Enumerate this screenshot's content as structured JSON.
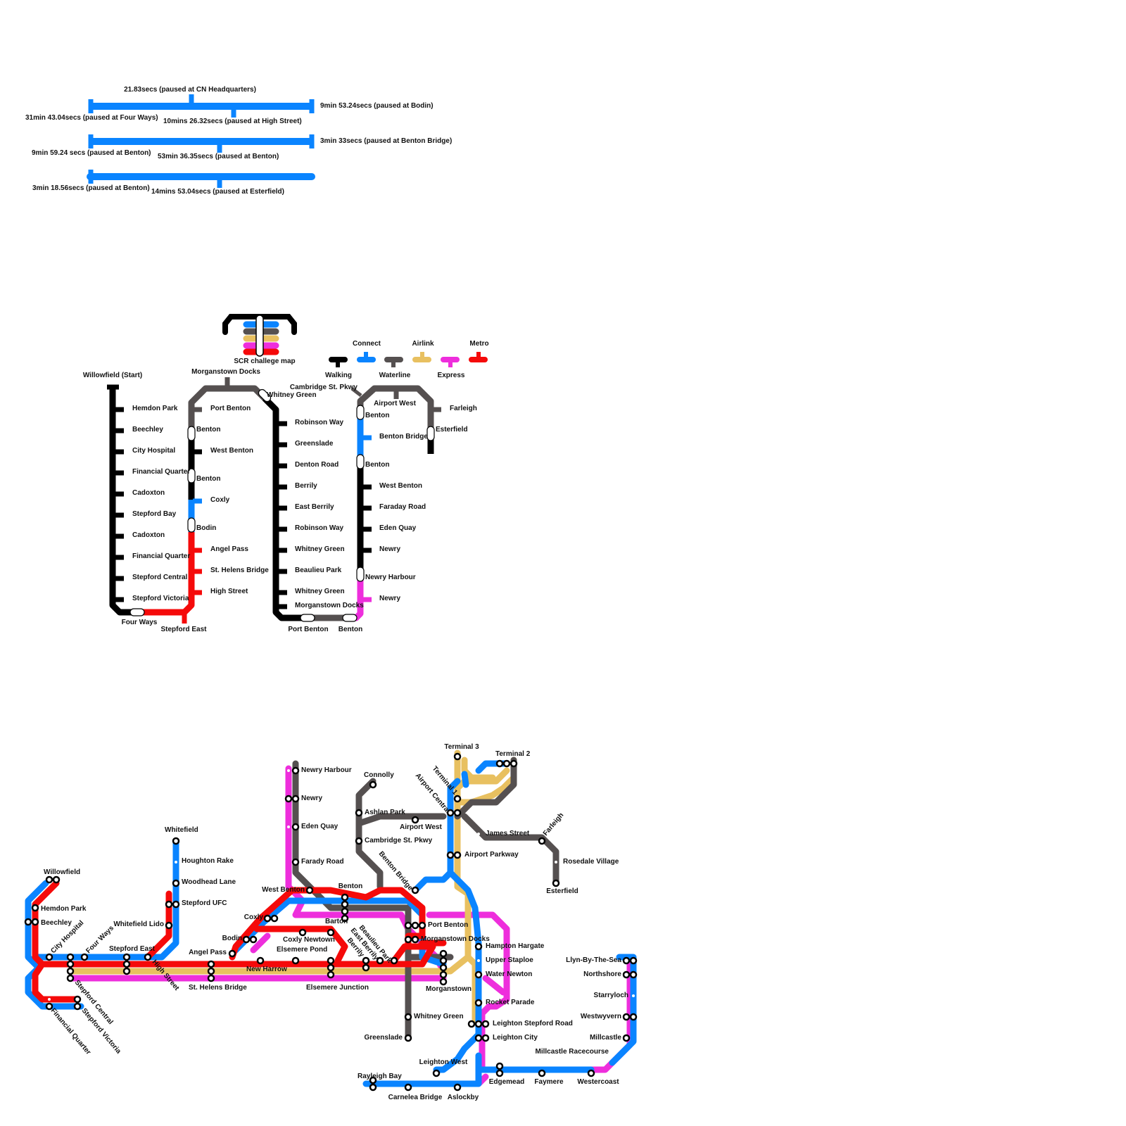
{
  "colors": {
    "walking": "#000000",
    "connect": "#0a84ff",
    "waterline": "#555050",
    "airlink": "#e8c060",
    "express": "#ee2edc",
    "metro": "#f50a0a"
  },
  "timeline": {
    "bar1": {
      "top_label": "21.83secs (paused at CN Headquarters)",
      "right_label": "9min 53.24secs (paused at Bodin)",
      "left_label": "31min 43.04secs (paused at Four Ways)",
      "mid_label": "10mins 26.32secs (paused at High Street)"
    },
    "bar2": {
      "right_label": "3min 33secs (paused at Benton Bridge)",
      "left_label": "9min 59.24 secs (paused at Benton)",
      "mid_label": "53min 36.35secs (paused at Benton)"
    },
    "bar3": {
      "left_label": "3min 18.56secs (paused at Benton)",
      "mid_label": "14mins 53.04secs (paused at Esterfield)"
    }
  },
  "legend": {
    "title": "SCR challege map",
    "items": {
      "walking": "Walking",
      "connect": "Connect",
      "waterline": "Waterline",
      "airlink": "Airlink",
      "express": "Express",
      "metro": "Metro"
    }
  },
  "route": {
    "col1": {
      "start": "Willowfield (Start)",
      "stops": [
        "Hemdon Park",
        "Beechley",
        "City Hospital",
        "Financial Quarter",
        "Cadoxton",
        "Stepford Bay",
        "Cadoxton",
        "Financial Quarter",
        "Stepford Central",
        "Stepford Victoria"
      ],
      "bottom_a": "Four Ways",
      "bottom_b": "Stepford East"
    },
    "col2": {
      "top": "Morganstown Docks",
      "stops": [
        "Port Benton",
        "Benton",
        "West Benton",
        "Benton",
        "Coxly",
        "Bodin",
        "Angel Pass",
        "St. Helens Bridge",
        "High Street"
      ],
      "whitney": "Whitney Green"
    },
    "col3": {
      "stops": [
        "Robinson Way",
        "Greenslade",
        "Denton Road",
        "Berrily",
        "East Berrily",
        "Robinson Way",
        "Whitney Green",
        "Beaulieu Park",
        "Whitney Green",
        "Morganstown Docks"
      ],
      "bottom_a": "Port Benton",
      "bottom_b": "Benton"
    },
    "col4": {
      "cambridge": "Cambridge St. Pkwy",
      "airport_west": "Airport West",
      "stops": [
        "Benton",
        "Benton Bridge",
        "Benton",
        "West Benton",
        "Faraday Road",
        "Eden Quay",
        "Newry",
        "Newry Harbour",
        "Newry"
      ],
      "farleigh": "Farleigh",
      "esterfield": "Esterfield"
    }
  },
  "map": {
    "labels": {
      "willowfield": "Willowfield",
      "hemdon_park": "Hemdon Park",
      "beechley": "Beechley",
      "city_hospital": "City Hospital",
      "four_ways": "Four Ways",
      "stepford_central": "Stepford Central",
      "stepford_victoria": "Stepford Victoria",
      "financial_quarter": "Financial Quarter",
      "stepford_east": "Stepford East",
      "high_street": "High Street",
      "whitefield": "Whitefield",
      "houghton_rake": "Houghton Rake",
      "woodhead_lane": "Woodhead Lane",
      "stepford_ufc": "Stepford UFC",
      "whitefield_lido": "Whitefield Lido",
      "angel_pass": "Angel Pass",
      "st_helens_bridge": "St. Helens Bridge",
      "bodin": "Bodin",
      "coxly": "Coxly",
      "new_harrow": "New Harrow",
      "coxly_newtown": "Coxly Newtown",
      "elsemere_pond": "Elsemere Pond",
      "elsemere_junction": "Elsemere Junction",
      "newry_harbour": "Newry Harbour",
      "newry": "Newry",
      "eden_quay": "Eden Quay",
      "farady_road": "Farady Road",
      "west_benton": "West Benton",
      "benton": "Benton",
      "barton": "Barton",
      "beaulieu_park": "Beaulieu Park",
      "east_berrily": "East Berrily",
      "berrily": "Berrily",
      "connolly": "Connolly",
      "ashlan_park": "Ashlan Park",
      "airport_west": "Airport West",
      "cambridge": "Cambridge St. Pkwy",
      "benton_bridge": "Benton Bridge",
      "port_benton": "Port Benton",
      "morganstown_docks": "Morganstown Docks",
      "morganstown": "Morganstown",
      "whitney_green": "Whitney Green",
      "greenslade": "Greenslade",
      "terminal3": "Terminal 3",
      "terminal2": "Terminal 2",
      "terminal1": "Terminal 1",
      "airport_central": "Airport Central",
      "james_street": "James Street",
      "farleigh": "Farleigh",
      "rosedale_village": "Rosedale Village",
      "esterfield": "Esterfield",
      "airport_parkway": "Airport Parkway",
      "hampton_hargate": "Hampton Hargate",
      "upper_staploe": "Upper Staploe",
      "water_newton": "Water Newton",
      "rocket_parade": "Rocket Parade",
      "leighton_stepford_road": "Leighton Stepford Road",
      "leighton_city": "Leighton City",
      "leighton_west": "Leighton West",
      "edgemead": "Edgemead",
      "faymere": "Faymere",
      "westercoast": "Westercoast",
      "millcastle_racecourse": "Millcastle Racecourse",
      "millcastle": "Millcastle",
      "westwyvern": "Westwyvern",
      "starryloch": "Starryloch",
      "northshore": "Northshore",
      "llyn": "Llyn-By-The-Sea",
      "rayleigh_bay": "Rayleigh Bay",
      "carnelea_bridge": "Carnelea Bridge",
      "aslockby": "Aslockby"
    }
  }
}
